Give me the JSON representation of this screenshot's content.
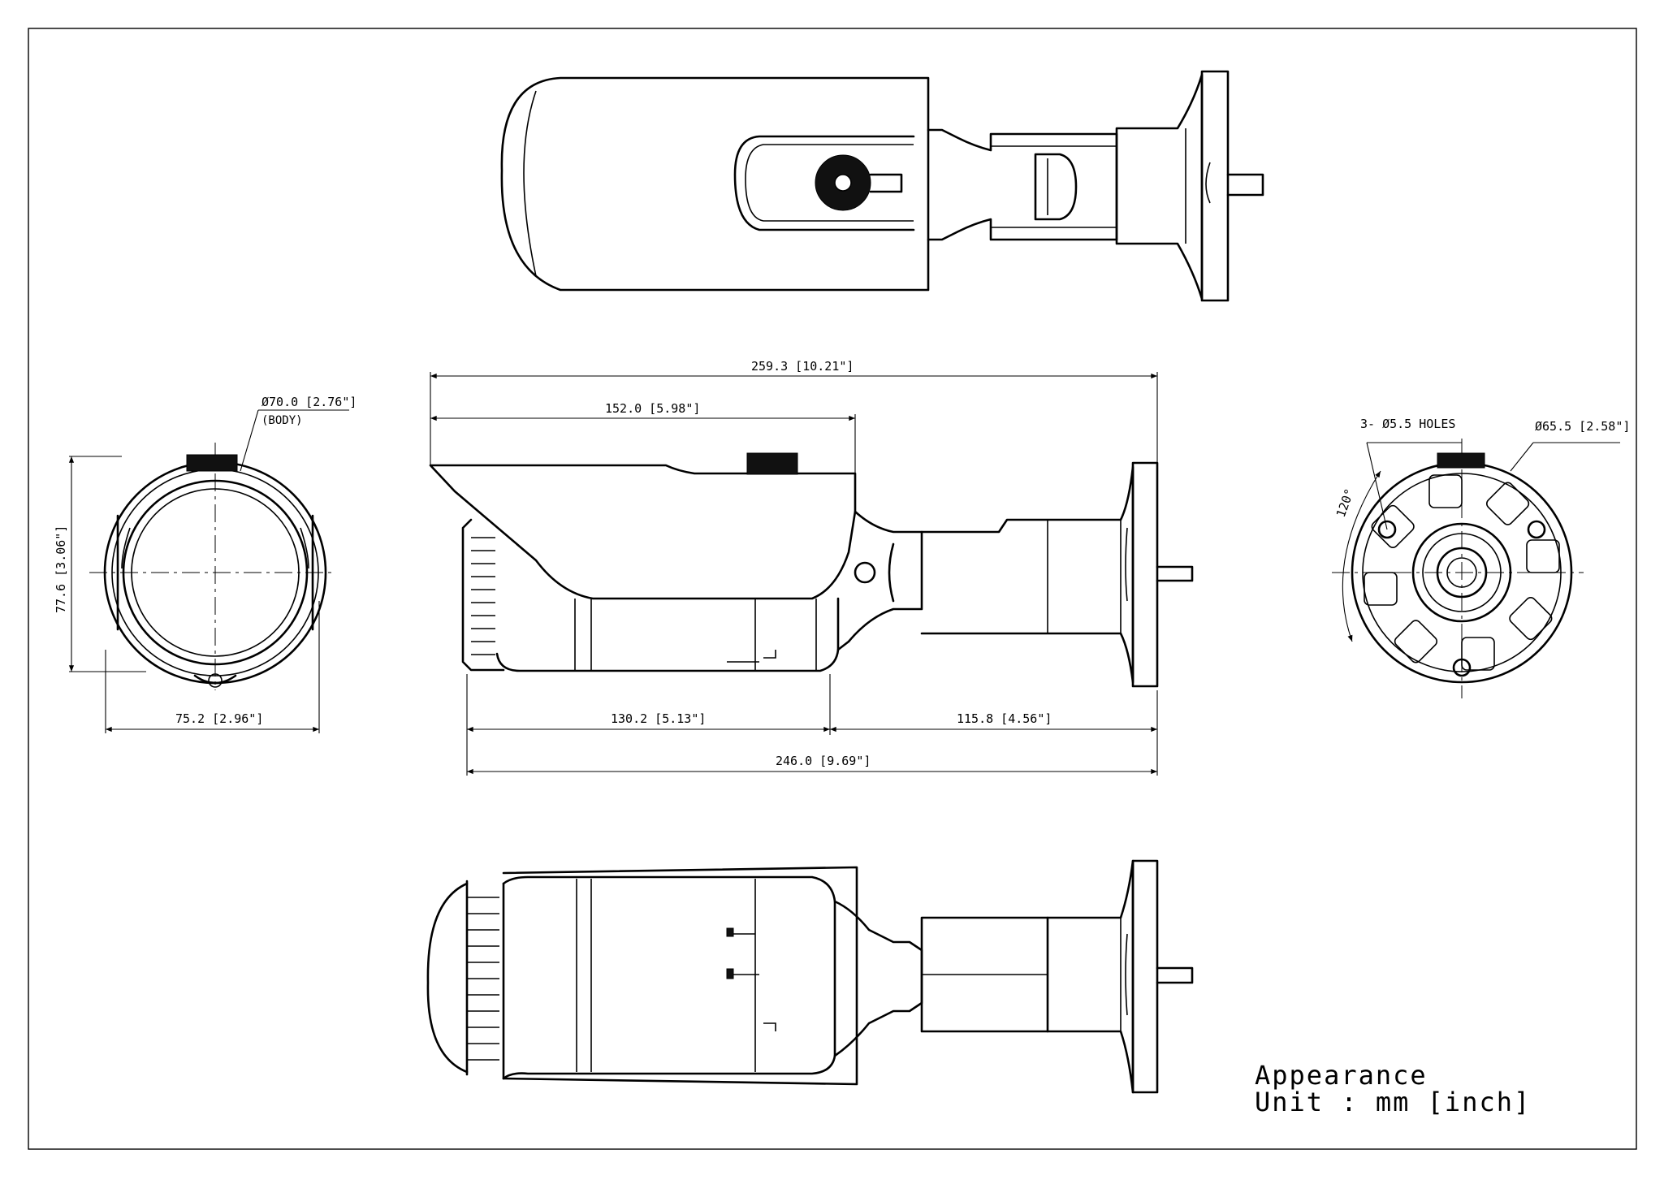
{
  "drawing": {
    "title": "Appearance",
    "unit": "Unit : mm [inch]"
  },
  "dimensions": {
    "front_diameter": "Ø70.0 [2.76\"]",
    "front_diameter_note": "(BODY)",
    "front_height": "77.6 [3.06\"]",
    "front_width": "75.2 [2.96\"]",
    "side_total_length": "259.3 [10.21\"]",
    "side_hood_length": "152.0 [5.98\"]",
    "side_body_length": "130.2 [5.13\"]",
    "side_bracket_length": "115.8 [4.56\"]",
    "side_overall_length": "246.0 [9.69\"]",
    "base_holes": "3- Ø5.5 HOLES",
    "base_diameter": "Ø65.5 [2.58\"]",
    "base_angle": "120°"
  },
  "views": [
    "top-view",
    "front-view",
    "side-view",
    "base-view",
    "bottom-view"
  ]
}
